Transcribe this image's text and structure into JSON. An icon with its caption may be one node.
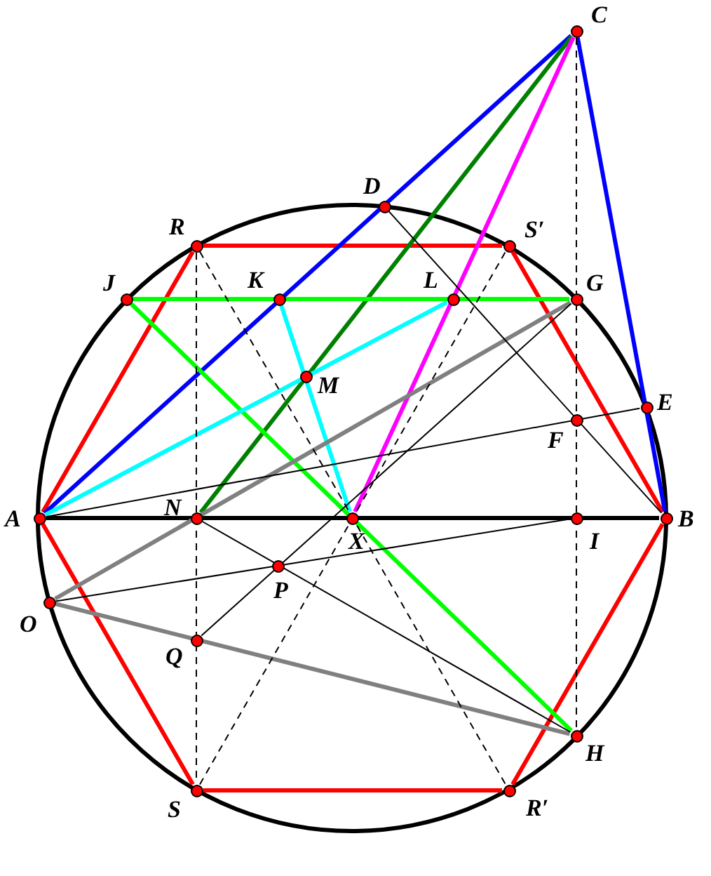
{
  "diagram": {
    "nodes": [
      {
        "text": [
          "C"
        ]
      },
      {
        "text": [
          "D"
        ]
      },
      {
        "text": [
          "R"
        ]
      },
      {
        "text": [
          "S′"
        ]
      },
      {
        "text": [
          "J"
        ]
      },
      {
        "text": [
          "K"
        ]
      },
      {
        "text": [
          "L"
        ]
      },
      {
        "text": [
          "G"
        ]
      },
      {
        "text": [
          "M"
        ]
      },
      {
        "text": [
          "E"
        ]
      },
      {
        "text": [
          "F"
        ]
      },
      {
        "text": [
          "A"
        ]
      },
      {
        "text": [
          "N"
        ]
      },
      {
        "text": [
          "X"
        ]
      },
      {
        "text": [
          "I"
        ]
      },
      {
        "text": [
          "B"
        ]
      },
      {
        "text": [
          "P"
        ]
      },
      {
        "text": [
          "O"
        ]
      },
      {
        "text": [
          "Q"
        ]
      },
      {
        "text": [
          "H"
        ]
      },
      {
        "text": [
          "S"
        ]
      },
      {
        "text": [
          "R′"
        ]
      }
    ],
    "edges": [
      {
        "from": 11,
        "to": 2,
        "arrow": "none",
        "color": "#ff0000"
      },
      {
        "from": 2,
        "to": 3,
        "arrow": "none",
        "color": "#ff0000"
      },
      {
        "from": 3,
        "to": 15,
        "arrow": "none",
        "color": "#ff0000"
      },
      {
        "from": 15,
        "to": 21,
        "arrow": "none",
        "color": "#ff0000"
      },
      {
        "from": 21,
        "to": 20,
        "arrow": "none",
        "color": "#ff0000"
      },
      {
        "from": 20,
        "to": 11,
        "arrow": "none",
        "color": "#ff0000"
      },
      {
        "from": 11,
        "to": 15,
        "arrow": "none",
        "color": "#000000"
      },
      {
        "from": 11,
        "to": 0,
        "arrow": "none",
        "color": "#0000ff"
      },
      {
        "from": 0,
        "to": 15,
        "arrow": "none",
        "color": "#0000ff"
      },
      {
        "from": 0,
        "to": 12,
        "arrow": "none",
        "color": "#008000"
      },
      {
        "from": 0,
        "to": 13,
        "arrow": "none",
        "color": "#ff00ff"
      },
      {
        "from": 4,
        "to": 7,
        "arrow": "none",
        "color": "#00ff00"
      },
      {
        "from": 4,
        "to": 19,
        "arrow": "none",
        "color": "#00ff00"
      },
      {
        "from": 5,
        "to": 13,
        "arrow": "none",
        "color": "#00ffff"
      },
      {
        "from": 11,
        "to": 6,
        "arrow": "none",
        "color": "#00ffff"
      },
      {
        "from": 17,
        "to": 7,
        "arrow": "none",
        "color": "#808080"
      },
      {
        "from": 17,
        "to": 19,
        "arrow": "none",
        "color": "#808080"
      },
      {
        "from": 11,
        "to": 9,
        "arrow": "none"
      },
      {
        "from": 17,
        "to": 14,
        "arrow": "none"
      },
      {
        "from": 1,
        "to": 15,
        "arrow": "none"
      },
      {
        "from": 12,
        "to": 19,
        "arrow": "none"
      },
      {
        "from": 18,
        "to": 7,
        "arrow": "none"
      },
      {
        "from": 2,
        "to": 20,
        "arrow": "none",
        "style": "dashed"
      },
      {
        "from": 0,
        "to": 19,
        "arrow": "none",
        "style": "dashed"
      },
      {
        "from": 2,
        "to": 21,
        "arrow": "none",
        "style": "dashed"
      },
      {
        "from": 20,
        "to": 3,
        "arrow": "none",
        "style": "dashed"
      }
    ]
  }
}
